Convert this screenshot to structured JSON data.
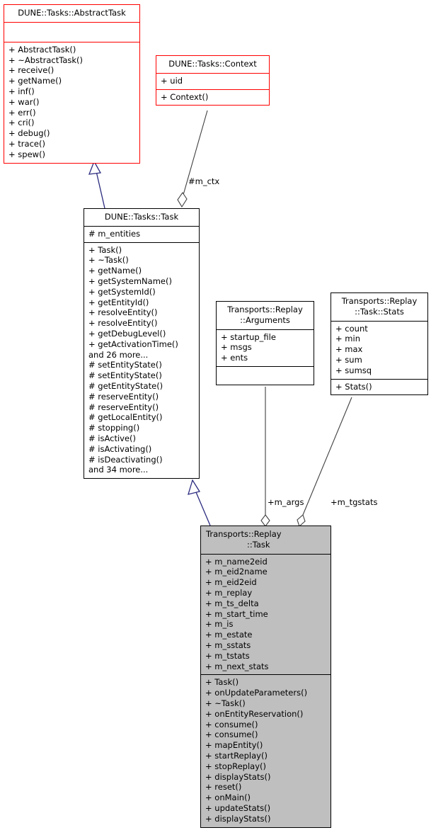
{
  "diagram": {
    "type": "uml-class-diagram",
    "colors": {
      "base_class_border": "#ff0000",
      "class_border": "#000000",
      "highlight_fill": "#bfbfbf",
      "inheritance_edge": "#2b2b80",
      "association_edge": "#404040",
      "background": "#ffffff"
    }
  },
  "classes": {
    "abstract_task": {
      "name": "DUNE::Tasks::AbstractTask",
      "attributes": [],
      "methods": [
        "+ AbstractTask()",
        "+ ~AbstractTask()",
        "+ receive()",
        "+ getName()",
        "+ inf()",
        "+ war()",
        "+ err()",
        "+ cri()",
        "+ debug()",
        "+ trace()",
        "+ spew()"
      ]
    },
    "context": {
      "name": "DUNE::Tasks::Context",
      "attributes": [
        "+ uid"
      ],
      "methods": [
        "+ Context()"
      ]
    },
    "task": {
      "name": "DUNE::Tasks::Task",
      "attributes": [
        "# m_entities"
      ],
      "methods": [
        "+ Task()",
        "+ ~Task()",
        "+ getName()",
        "+ getSystemName()",
        "+ getSystemId()",
        "+ getEntityId()",
        "+ resolveEntity()",
        "+ resolveEntity()",
        "+ getDebugLevel()",
        "+ getActivationTime()",
        "and 26 more...",
        "# setEntityState()",
        "# setEntityState()",
        "# getEntityState()",
        "# reserveEntity()",
        "# reserveEntity()",
        "# getLocalEntity()",
        "# stopping()",
        "# isActive()",
        "# isActivating()",
        "# isDeactivating()",
        "and 34 more..."
      ]
    },
    "arguments": {
      "name_line1": "Transports::Replay",
      "name_line2": "::Arguments",
      "attributes": [
        "+ startup_file",
        "+ msgs",
        "+ ents"
      ],
      "methods": []
    },
    "stats": {
      "name_line1": "Transports::Replay",
      "name_line2": "::Task::Stats",
      "attributes": [
        "+ count",
        "+ min",
        "+ max",
        "+ sum",
        "+ sumsq"
      ],
      "methods": [
        "+ Stats()"
      ]
    },
    "replay_task": {
      "name_line1": "Transports::Replay",
      "name_line2": "::Task",
      "attributes": [
        "+ m_name2eid",
        "+ m_eid2name",
        "+ m_eid2eid",
        "+ m_replay",
        "+ m_ts_delta",
        "+ m_start_time",
        "+ m_is",
        "+ m_estate",
        "+ m_sstats",
        "+ m_tstats",
        "+ m_next_stats"
      ],
      "methods": [
        "+ Task()",
        "+ onUpdateParameters()",
        "+ ~Task()",
        "+ onEntityReservation()",
        "+ consume()",
        "+ consume()",
        "+ mapEntity()",
        "+ startReplay()",
        "+ stopReplay()",
        "+ displayStats()",
        "+ reset()",
        "+ onMain()",
        "+ updateStats()",
        "+ displayStats()"
      ]
    }
  },
  "edges": {
    "context_to_task": {
      "label": "#m_ctx"
    },
    "arguments_to_replay_task": {
      "label": "+m_args"
    },
    "stats_to_replay_task": {
      "label": "+m_tgstats"
    },
    "abstracttask_to_task": {
      "label": ""
    },
    "task_to_replay_task": {
      "label": ""
    }
  }
}
